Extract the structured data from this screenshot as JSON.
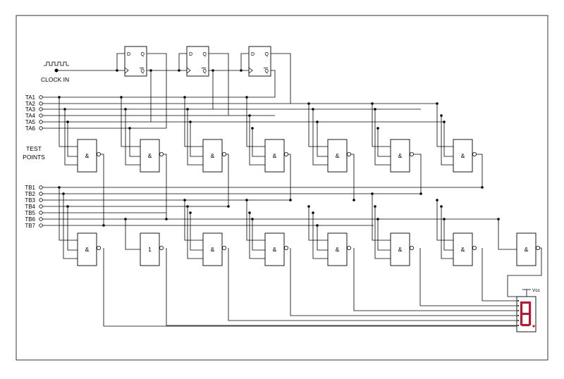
{
  "title": "",
  "clock_label": "CLOCK IN",
  "test_points_label_1": "TEST",
  "test_points_label_2": "POINTS",
  "vcc_label": "Vcc",
  "ta_pins": [
    "TA1",
    "TA2",
    "TA3",
    "TA4",
    "TA5",
    "TA6"
  ],
  "tb_pins": [
    "TB1",
    "TB2",
    "TB3",
    "TB4",
    "TB5",
    "TB6",
    "TB7"
  ],
  "flipflops": [
    {
      "d": "D",
      "q": "Q",
      "qbar": "Q"
    },
    {
      "d": "D",
      "q": "Q",
      "qbar": "Q"
    },
    {
      "d": "D",
      "q": "Q",
      "qbar": "Q"
    }
  ],
  "gates_top": [
    "&",
    "&",
    "&",
    "&",
    "&",
    "&",
    "&"
  ],
  "gates_bottom": [
    "&",
    "1",
    "&",
    "&",
    "&",
    "&",
    "&",
    "&"
  ],
  "display": {
    "digit": "8",
    "segment_color": "#c8102e"
  }
}
